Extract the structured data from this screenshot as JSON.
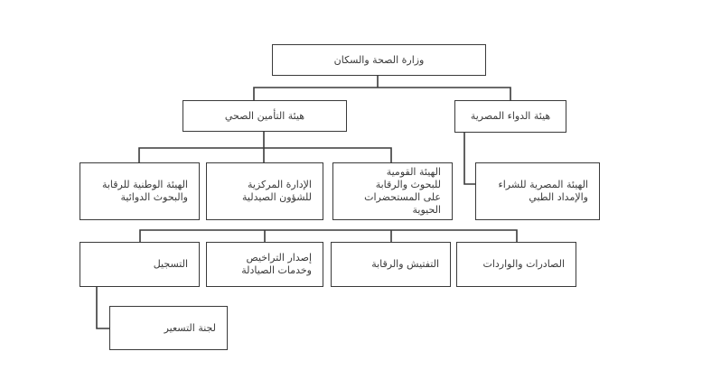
{
  "nodes": {
    "ministry": "وزارة الصحة والسكان",
    "health_insurance": "هيئة التأمين الصحي",
    "drug_authority": "هيئة الدواء المصرية",
    "national_org": "الهيئة الوطنية للرقابة\nوالبحوث الدوائية",
    "central_admin": "الإدارة المركزية\nللشؤون الصيدلية",
    "national_authority": "الهيئة القومية\nللبحوث والرقابة\nعلى المستحضرات الحيوية",
    "procurement": "الهيئة المصرية للشراء\nوالإمداد الطبي",
    "registration": "التسجيل",
    "licensing": "إصدار التراخيص\nوخدمات الصيادلة",
    "inspection": "التفتيش والرقابة",
    "import_export": "الصادرات والواردات",
    "pricing": "لجنة التسعير"
  },
  "colors": {
    "line": "#3a3a3a",
    "text": "#3a3a3a",
    "background": "#ffffff"
  }
}
